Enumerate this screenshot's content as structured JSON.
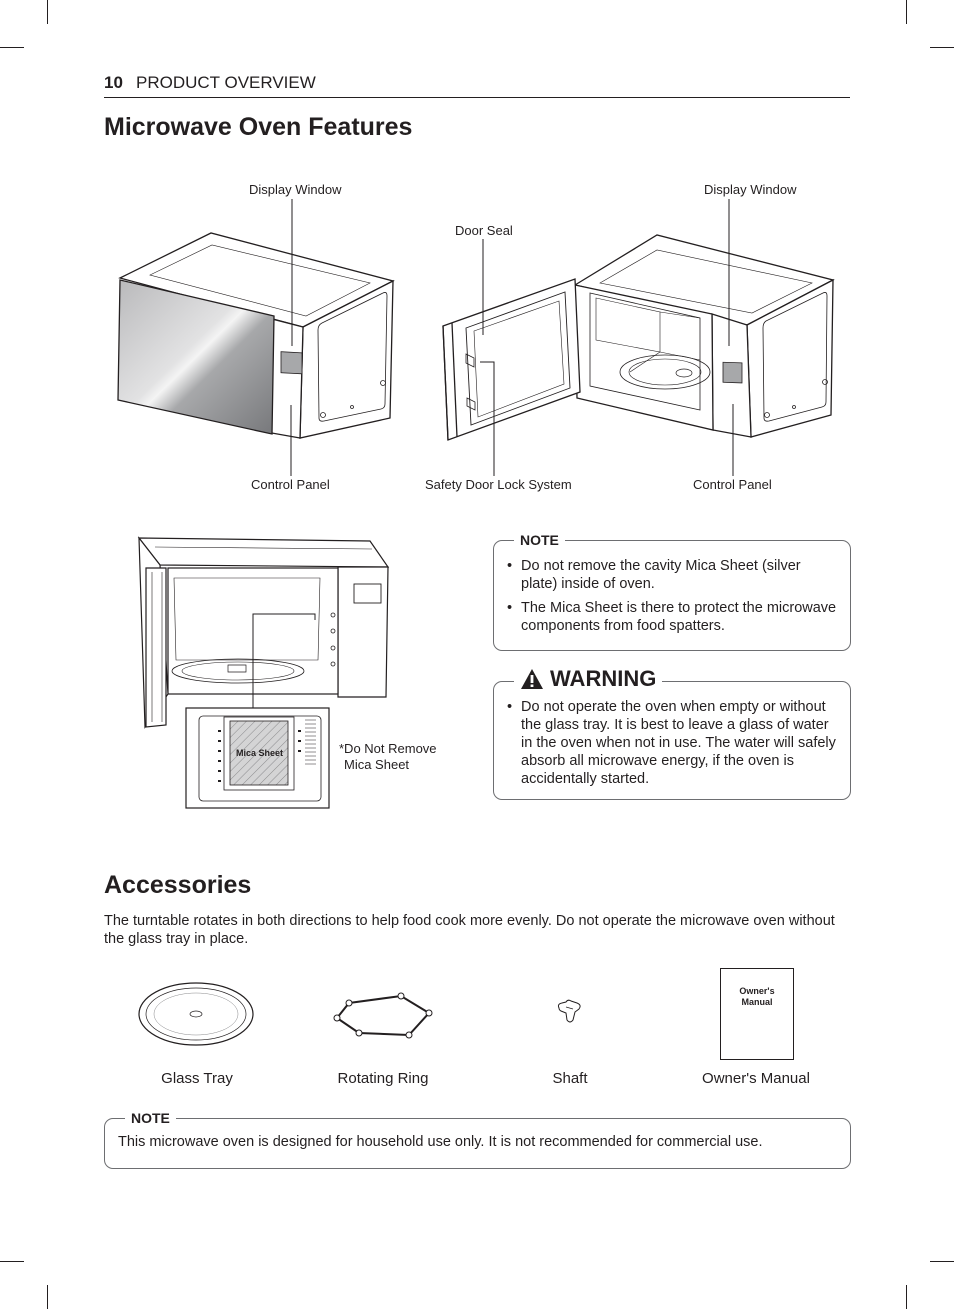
{
  "header": {
    "page_number": "10",
    "section": "PRODUCT OVERVIEW"
  },
  "features": {
    "title": "Microwave Oven Features",
    "callouts": {
      "display_window_left": "Display Window",
      "display_window_right": "Display Window",
      "door_seal": "Door Seal",
      "control_panel_left": "Control Panel",
      "safety_door_lock": "Safety Door Lock System",
      "control_panel_right": "Control Panel"
    },
    "mica_label": "Mica Sheet",
    "mica_note_line1": "*Do Not Remove",
    "mica_note_line2": "Mica Sheet",
    "note": {
      "title": "NOTE",
      "items": [
        "Do not remove the cavity Mica Sheet (silver plate) inside of oven.",
        "The Mica Sheet  is there to protect the microwave components from food spatters."
      ]
    },
    "warning": {
      "title": "WARNING",
      "items": [
        "Do not operate the oven when empty or without the glass tray. It is best to leave a glass of water in the oven when not in use. The water will safely absorb all microwave energy, if the oven is accidentally started."
      ]
    }
  },
  "accessories": {
    "title": "Accessories",
    "description": "The turntable rotates in both directions to help food cook more evenly. Do not operate the microwave oven without the glass tray in place.",
    "items": [
      {
        "label": "Glass Tray"
      },
      {
        "label": "Rotating Ring"
      },
      {
        "label": "Shaft"
      },
      {
        "label": "Owner's Manual"
      }
    ],
    "manual_cover_line1": "Owner's",
    "manual_cover_line2": "Manual",
    "note": {
      "title": "NOTE",
      "text": "This microwave oven is designed for household use only. It is not recommended for commercial use."
    }
  }
}
